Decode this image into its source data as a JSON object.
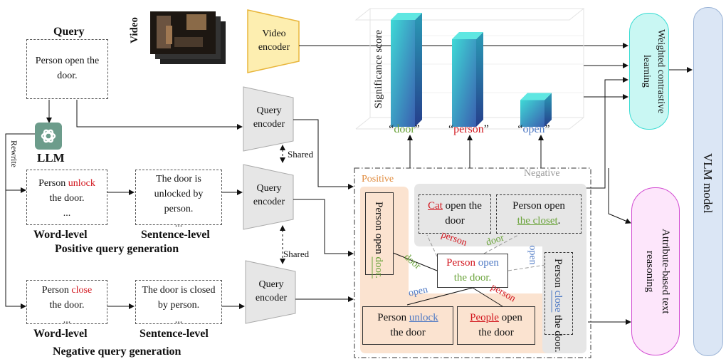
{
  "query": {
    "title": "Query",
    "text": "Person open the door.",
    "llm": "LLM",
    "rewrite": "Rewrite"
  },
  "positive": {
    "word_a": "Person ",
    "word_b": "unlock",
    "word_c": " the door.",
    "word_d": "...",
    "sentence": "The door is unlocked by person.",
    "sentence_dots": "...",
    "word_label": "Word-level",
    "sentence_label": "Sentence-level",
    "caption": "Positive query generation"
  },
  "negative": {
    "word_a": "Person ",
    "word_b": "close",
    "word_c": " the door.",
    "word_d": "...",
    "sentence": "The door is closed by person.",
    "sentence_dots": "...",
    "word_label": "Word-level",
    "sentence_label": "Sentence-level",
    "caption": "Negative query generation"
  },
  "encoders": {
    "video_label": "Video",
    "video_encoder": "Video encoder",
    "query_encoder": "Query encoder",
    "shared": "Shared"
  },
  "chart_data": {
    "type": "bar",
    "ylabel": "Significance score",
    "categories": [
      "door",
      "person",
      "open"
    ],
    "values": [
      1.0,
      0.82,
      0.25
    ],
    "colors": [
      "#6aa33a",
      "#d2161e",
      "#4e79c4"
    ]
  },
  "right": {
    "weighted": "Weighted contrastive learning",
    "attribute": "Attribute-based text reasoning",
    "vlm": "VLM model"
  },
  "graph": {
    "positive_title": "Positive",
    "negative_title": "Negative",
    "center_a": "Person ",
    "center_b": "open",
    "center_c": "the door.",
    "pos_vert_a": "Person open ",
    "pos_vert_b": "door.",
    "pos_unlock_a": "Person ",
    "pos_unlock_b": "unlock",
    "pos_unlock_c": "the door",
    "pos_people_a": "People",
    "pos_people_b": " open",
    "pos_people_c": "the door",
    "neg_cat_a": "Cat",
    "neg_cat_b": " open the",
    "neg_cat_c": "door",
    "neg_closet_a": "Person open",
    "neg_closet_b": "the closet",
    "neg_closet_c": ".",
    "neg_vert_a": "Person ",
    "neg_vert_b": "close",
    "neg_vert_c": " the door.",
    "edge_door": "door",
    "edge_open": "open",
    "edge_person": "person"
  }
}
